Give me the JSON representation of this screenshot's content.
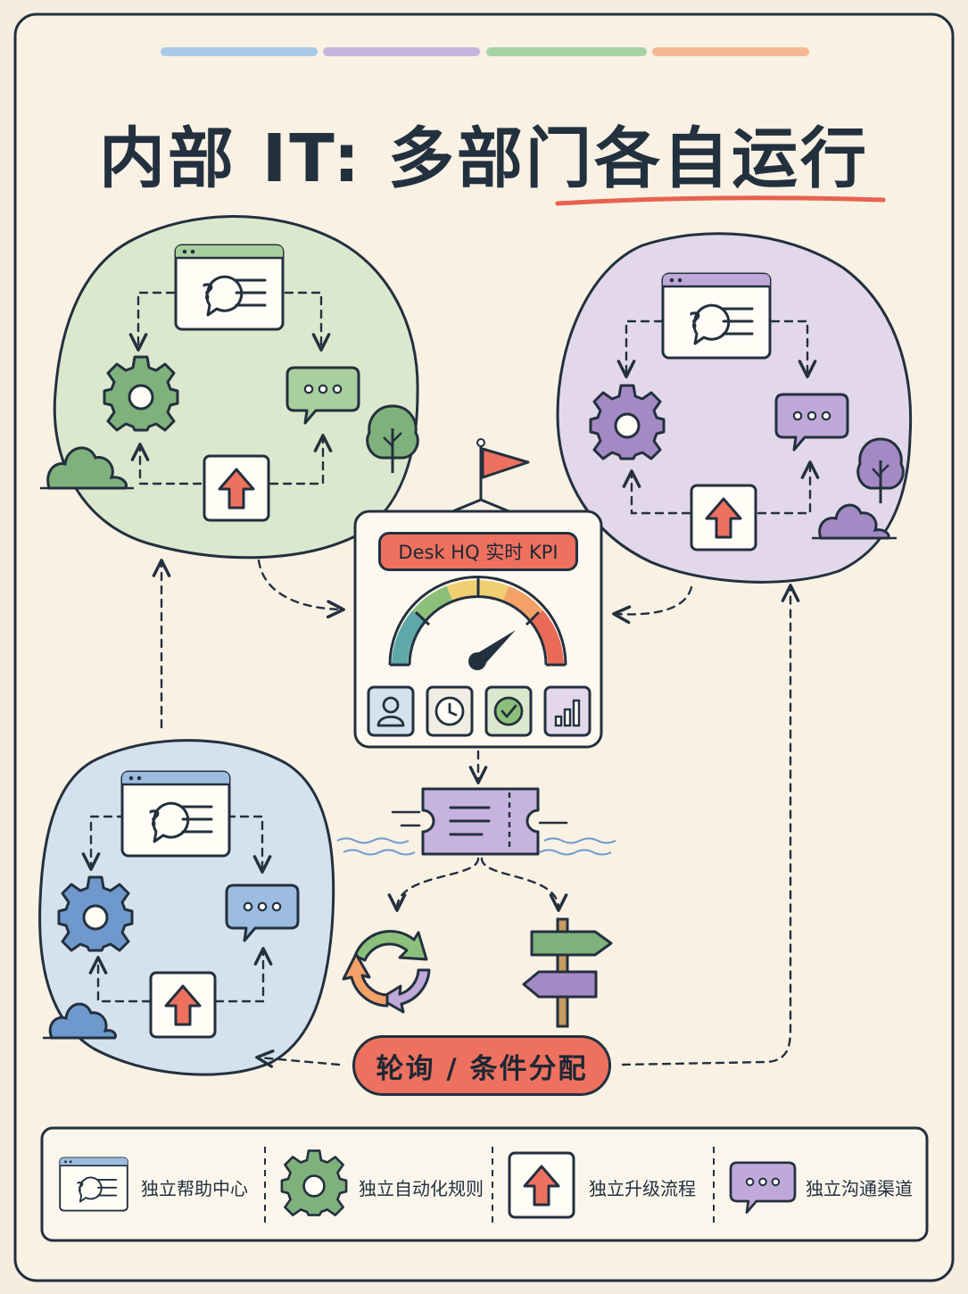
{
  "title": "内部 IT: 多部门各自运行",
  "top_stripe_colors": [
    "#a9c9e8",
    "#c7b3df",
    "#a8d3a5",
    "#f6b893"
  ],
  "departments": [
    {
      "theme": "green",
      "fill": "#dbe8cd",
      "accent": "#7fb17c",
      "accent_light": "#a9cf9f",
      "icons": [
        "help-center-icon",
        "gear-icon",
        "chat-bubble-icon",
        "escalation-arrow-icon",
        "tree-icon",
        "bush-icon"
      ]
    },
    {
      "theme": "purple",
      "fill": "#e3d7ea",
      "accent": "#a48ac4",
      "accent_light": "#bfa9d9",
      "icons": [
        "help-center-icon",
        "gear-icon",
        "chat-bubble-icon",
        "escalation-arrow-icon",
        "tree-icon",
        "bush-icon"
      ]
    },
    {
      "theme": "blue",
      "fill": "#d6e1ee",
      "accent": "#6f99cc",
      "accent_light": "#9dbde0",
      "icons": [
        "help-center-icon",
        "gear-icon",
        "chat-bubble-icon",
        "escalation-arrow-icon",
        "bush-icon"
      ]
    }
  ],
  "hq": {
    "kpi_label": "Desk HQ 实时 KPI",
    "icons": [
      "flag-icon",
      "gauge-icon",
      "user-icon",
      "clock-icon",
      "check-icon",
      "bar-chart-icon"
    ]
  },
  "ticket_icon": "ticket-icon",
  "routing": {
    "label": "轮询 / 条件分配",
    "icons": [
      "round-robin-cycle-icon",
      "signpost-icon"
    ]
  },
  "legend": [
    {
      "icon": "help-center-icon",
      "label": "独立帮助中心"
    },
    {
      "icon": "gear-icon",
      "label": "独立自动化规则"
    },
    {
      "icon": "escalation-arrow-icon",
      "label": "独立升级流程"
    },
    {
      "icon": "chat-bubble-icon",
      "label": "独立沟通渠道"
    }
  ],
  "colors": {
    "ink": "#23303e",
    "paper": "#f5eee0",
    "coral": "#ee7160",
    "title_underline": "#e8624f"
  }
}
